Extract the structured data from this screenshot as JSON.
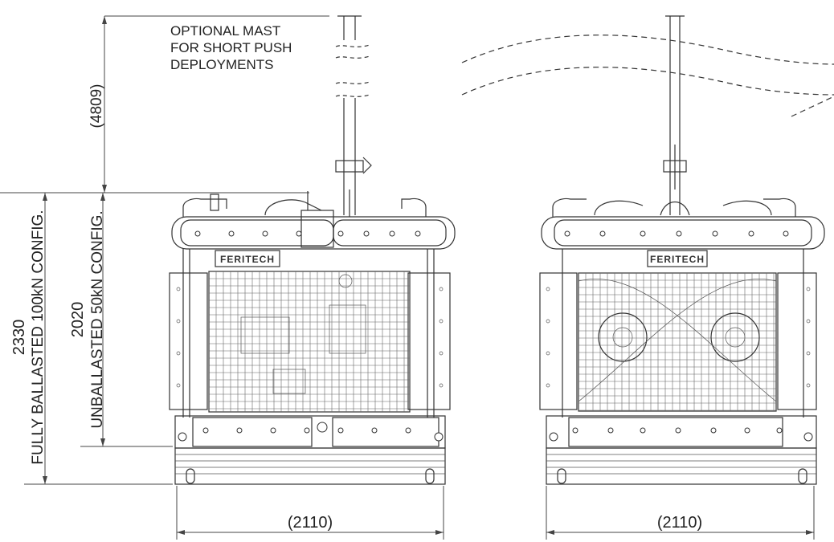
{
  "note": {
    "line1": "OPTIONAL MAST",
    "line2": "FOR SHORT PUSH",
    "line3": "DEPLOYMENTS"
  },
  "dimensions": {
    "mast_height": "(4809)",
    "width_left": "(2110)",
    "width_right": "(2110)",
    "height_unballasted": {
      "value": "2020",
      "label": "UNBALLASTED 50kN CONFIG."
    },
    "height_ballasted": {
      "value": "2330",
      "label": "FULLY BALLASTED 100kN CONFIG."
    }
  },
  "logo": {
    "left": "FERITECH",
    "right": "FERITECH"
  }
}
